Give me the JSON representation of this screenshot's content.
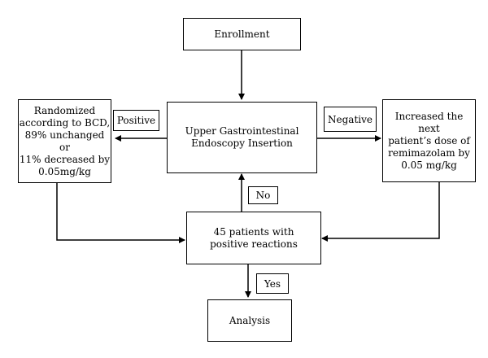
{
  "nodes": {
    "enrollment": "Enrollment",
    "insertion": "Upper Gastrointestinal\nEndoscopy Insertion",
    "randomized": "Randomized\naccording to BCD,\n89% unchanged or\n11% decreased by\n0.05mg/kg",
    "increased": "Increased the next\npatient’s dose of\nremimazolam by\n0.05 mg/kg",
    "patients": "45 patients with\npositive reactions",
    "analysis": "Analysis"
  },
  "edge_labels": {
    "positive": "Positive",
    "negative": "Negative",
    "no": "No",
    "yes": "Yes"
  },
  "colors": {
    "stroke": "#000000",
    "background": "#ffffff"
  }
}
